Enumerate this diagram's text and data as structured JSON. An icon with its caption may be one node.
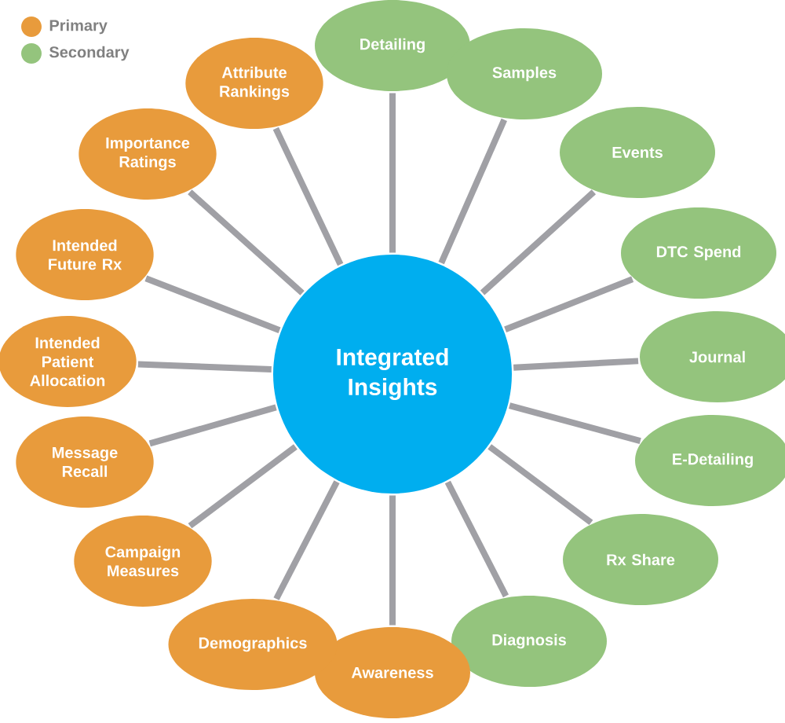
{
  "diagram": {
    "nodes": [
      {
        "text": [
          "Integrated Insights"
        ]
      },
      {
        "text": [
          "Detailing"
        ]
      },
      {
        "text": [
          "Samples"
        ]
      },
      {
        "text": [
          "Events"
        ]
      },
      {
        "text": [
          "DTC Spend"
        ]
      },
      {
        "text": [
          "Journal"
        ]
      },
      {
        "text": [
          "E-Detailing"
        ]
      },
      {
        "text": [
          "Rx Share"
        ]
      },
      {
        "text": [
          "Diagnosis"
        ]
      },
      {
        "text": [
          "Awareness"
        ]
      },
      {
        "text": [
          "Demographics"
        ]
      },
      {
        "text": [
          "Campaign Measures"
        ]
      },
      {
        "text": [
          "Message Recall"
        ]
      },
      {
        "text": [
          "Intended Patient Allocation"
        ]
      },
      {
        "text": [
          "Intended Future Rx"
        ]
      },
      {
        "text": [
          "Importance Ratings"
        ]
      },
      {
        "text": [
          "Attribute Rankings"
        ]
      }
    ],
    "edges": [
      {
        "from": 0,
        "to": 1,
        "arrow": "none"
      },
      {
        "from": 0,
        "to": 2,
        "arrow": "none"
      },
      {
        "from": 0,
        "to": 3,
        "arrow": "none"
      },
      {
        "from": 0,
        "to": 4,
        "arrow": "none"
      },
      {
        "from": 0,
        "to": 5,
        "arrow": "none"
      },
      {
        "from": 0,
        "to": 6,
        "arrow": "none"
      },
      {
        "from": 0,
        "to": 7,
        "arrow": "none"
      },
      {
        "from": 0,
        "to": 8,
        "arrow": "none"
      },
      {
        "from": 0,
        "to": 9,
        "arrow": "none"
      },
      {
        "from": 0,
        "to": 10,
        "arrow": "none"
      },
      {
        "from": 0,
        "to": 11,
        "arrow": "none"
      },
      {
        "from": 0,
        "to": 12,
        "arrow": "none"
      },
      {
        "from": 0,
        "to": 13,
        "arrow": "none"
      },
      {
        "from": 0,
        "to": 14,
        "arrow": "none"
      },
      {
        "from": 0,
        "to": 15,
        "arrow": "none"
      },
      {
        "from": 0,
        "to": 16,
        "arrow": "none"
      }
    ],
    "legend": [
      {
        "text": "Primary",
        "color": "#e89b3c"
      },
      {
        "text": "Secondary",
        "color": "#94c47d"
      }
    ]
  }
}
